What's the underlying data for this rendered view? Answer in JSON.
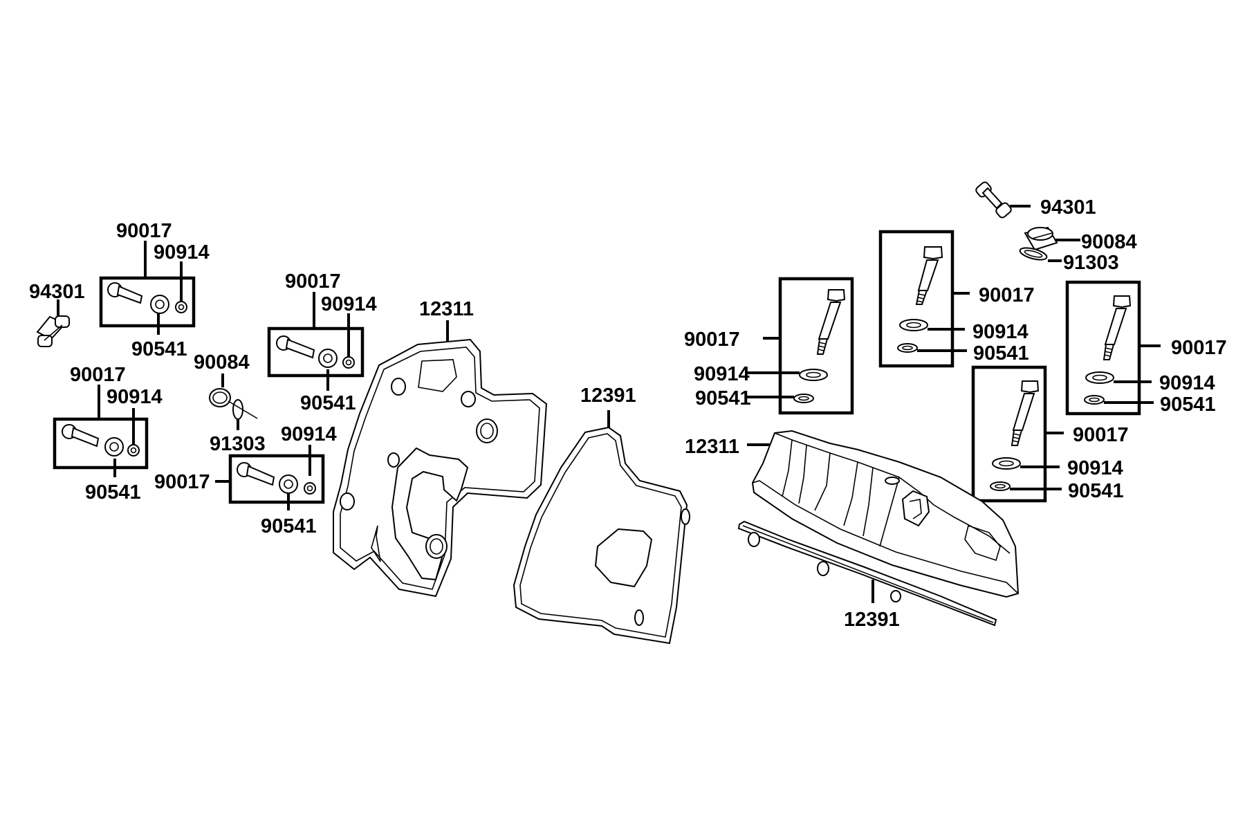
{
  "colors": {
    "ink": "#000000",
    "paper": "#ffffff"
  },
  "callouts": {
    "l_94301": "94301",
    "l_a_90017": "90017",
    "l_a_90914": "90914",
    "l_a_90541": "90541",
    "l_b_90017": "90017",
    "l_b_90914": "90914",
    "l_b_90541": "90541",
    "l_90084": "90084",
    "l_91303": "91303",
    "l_c_90017": "90017",
    "l_c_90914": "90914",
    "l_c_90541": "90541",
    "l_d_90017": "90017",
    "l_d_90914": "90914",
    "l_d_90541": "90541",
    "l_12311": "12311",
    "l_12391": "12391",
    "r_94301": "94301",
    "r_90084": "90084",
    "r_91303": "91303",
    "r_a_90017": "90017",
    "r_a_90914": "90914",
    "r_a_90541": "90541",
    "r_b_90017": "90017",
    "r_b_90914": "90914",
    "r_b_90541": "90541",
    "r_c_90017": "90017",
    "r_c_90914": "90914",
    "r_c_90541": "90541",
    "r_d_90017": "90017",
    "r_d_90914": "90914",
    "r_d_90541": "90541",
    "r_12311": "12311",
    "r_12391": "12391"
  }
}
